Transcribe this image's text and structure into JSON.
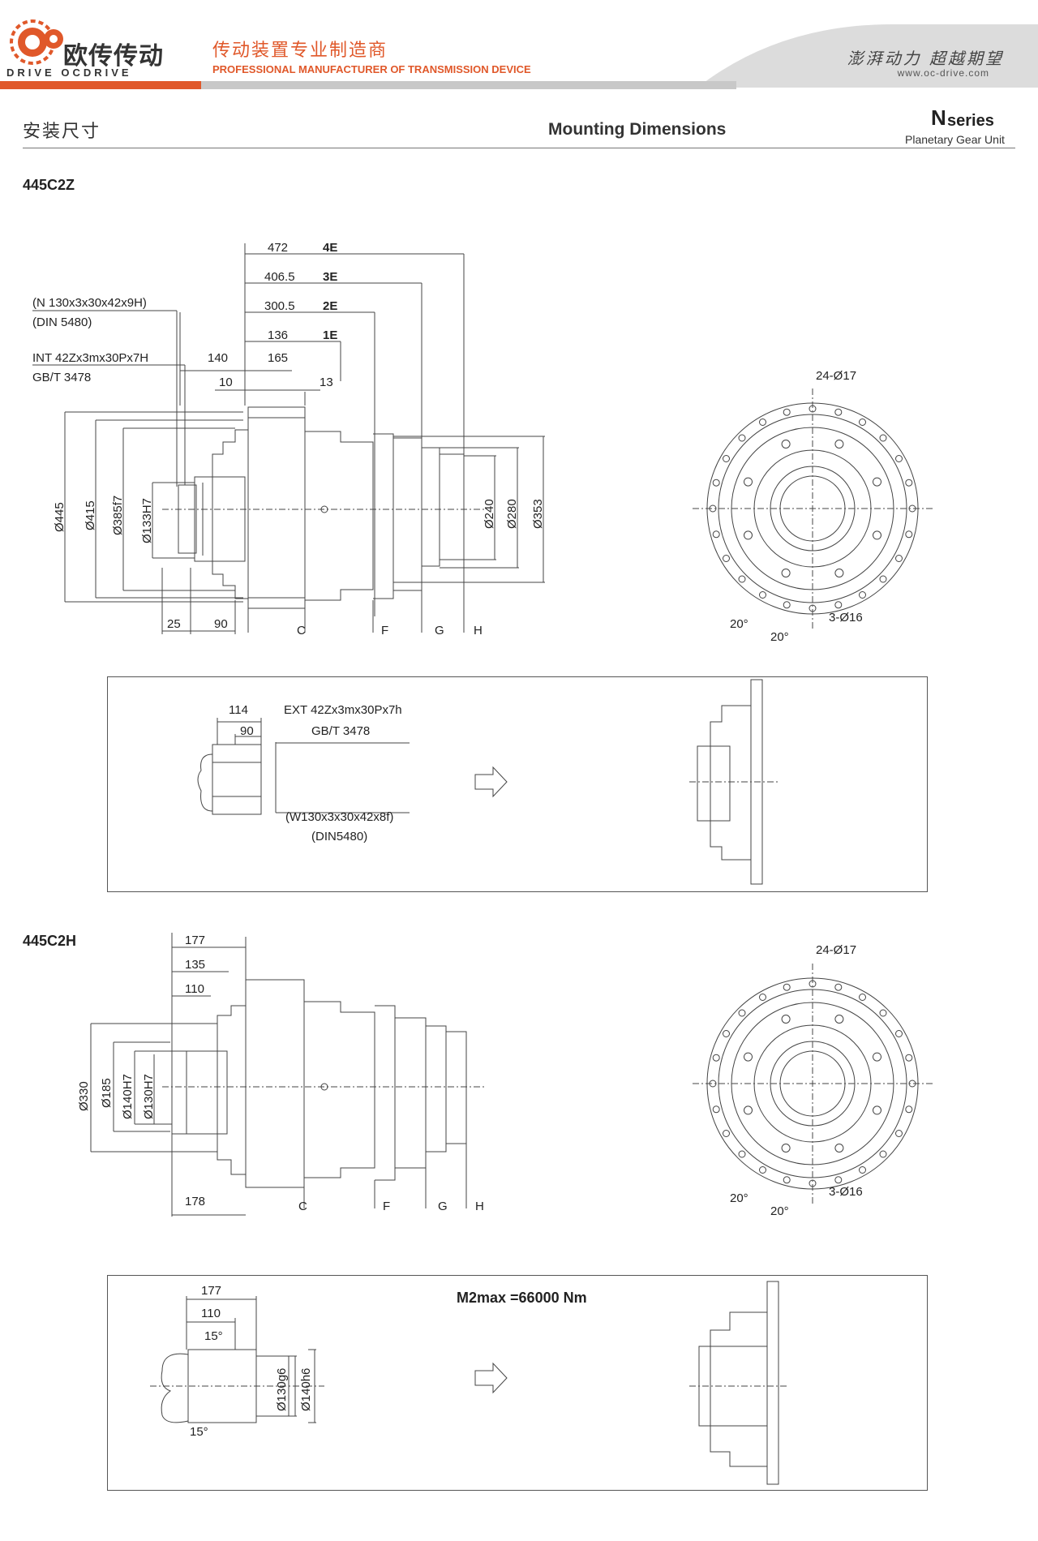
{
  "header": {
    "logo_cn": "欧传传动",
    "logo_en": "DRIVE OCDRIVE",
    "slogan_cn": "传动装置专业制造商",
    "slogan_en": "PROFESSIONAL MANUFACTURER OF TRANSMISSION DEVICE",
    "motto": "澎湃动力 超越期望",
    "url": "www.oc-drive.com",
    "brand_color": "#e0582a"
  },
  "title": {
    "cn": "安装尺寸",
    "en": "Mounting Dimensions",
    "series_letter": "N",
    "series_word": "series",
    "series_sub": "Planetary Gear Unit"
  },
  "section1": {
    "model": "445C2Z",
    "spline1": "(N 130x3x30x42x9H)",
    "spline1_std": "(DIN 5480)",
    "spline2": "INT 42Zx3mx30Px7H",
    "spline2_std": "GB/T 3478",
    "lengths": [
      {
        "value": "472",
        "stage": "4E"
      },
      {
        "value": "406.5",
        "stage": "3E"
      },
      {
        "value": "300.5",
        "stage": "2E"
      },
      {
        "value": "136",
        "stage": "1E"
      }
    ],
    "dim_140": "140",
    "dim_165": "165",
    "dim_10": "10",
    "dim_13": "13",
    "dim_25": "25",
    "dim_90": "90",
    "dia_445": "Ø445",
    "dia_415": "Ø415",
    "dia_385": "Ø385f7",
    "dia_133": "Ø133H7",
    "dia_240": "Ø240",
    "dia_280": "Ø280",
    "dia_353": "Ø353",
    "markers": [
      "C",
      "F",
      "G",
      "H"
    ],
    "holes": "24-Ø17",
    "holes2": "3-Ø16",
    "angle1": "20°",
    "angle2": "20°"
  },
  "box1": {
    "dim_114": "114",
    "dim_90": "90",
    "ext": "EXT 42Zx3mx30Px7h",
    "ext_std": "GB/T 3478",
    "w": "(W130x3x30x42x8f)",
    "w_std": "(DIN5480)"
  },
  "section2": {
    "model": "445C2H",
    "dim_177": "177",
    "dim_135": "135",
    "dim_110": "110",
    "dim_178": "178",
    "dia_330": "Ø330",
    "dia_185": "Ø185",
    "dia_140": "Ø140H7",
    "dia_130": "Ø130H7",
    "markers": [
      "C",
      "F",
      "G",
      "H"
    ],
    "holes": "24-Ø17",
    "holes2": "3-Ø16",
    "angle1": "20°",
    "angle2": "20°"
  },
  "box2": {
    "dim_177": "177",
    "dim_110": "110",
    "angle_a": "15°",
    "angle_b": "15°",
    "dia_130": "Ø130g6",
    "dia_140": "Ø140h6",
    "torque": "M2max =66000 Nm"
  }
}
